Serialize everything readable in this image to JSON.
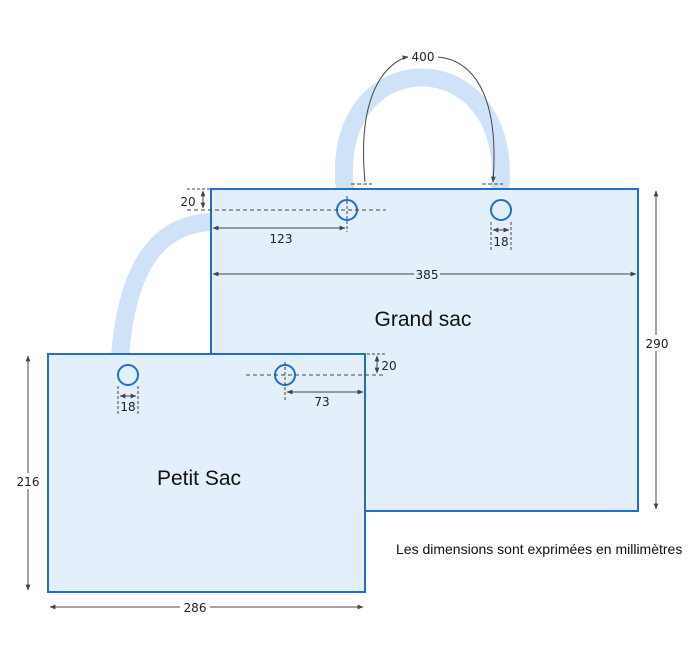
{
  "large_bag": {
    "title": "Grand sac",
    "width_label": "385",
    "height_label": "290",
    "handle_length_label": "400",
    "hole_offset_label": "123",
    "hole_top_label": "20",
    "hole_diameter_label": "18"
  },
  "small_bag": {
    "title": "Petit Sac",
    "width_label": "286",
    "height_label": "216",
    "hole_offset_label": "73",
    "hole_top_label": "20",
    "hole_diameter_label": "18"
  },
  "note": "Les dimensions sont exprimées en millimètres",
  "colors": {
    "bag_fill": "#e3effb",
    "bag_stroke": "#1f6fd1",
    "handle": "#cfe2f7",
    "dimension_line": "#444444"
  }
}
